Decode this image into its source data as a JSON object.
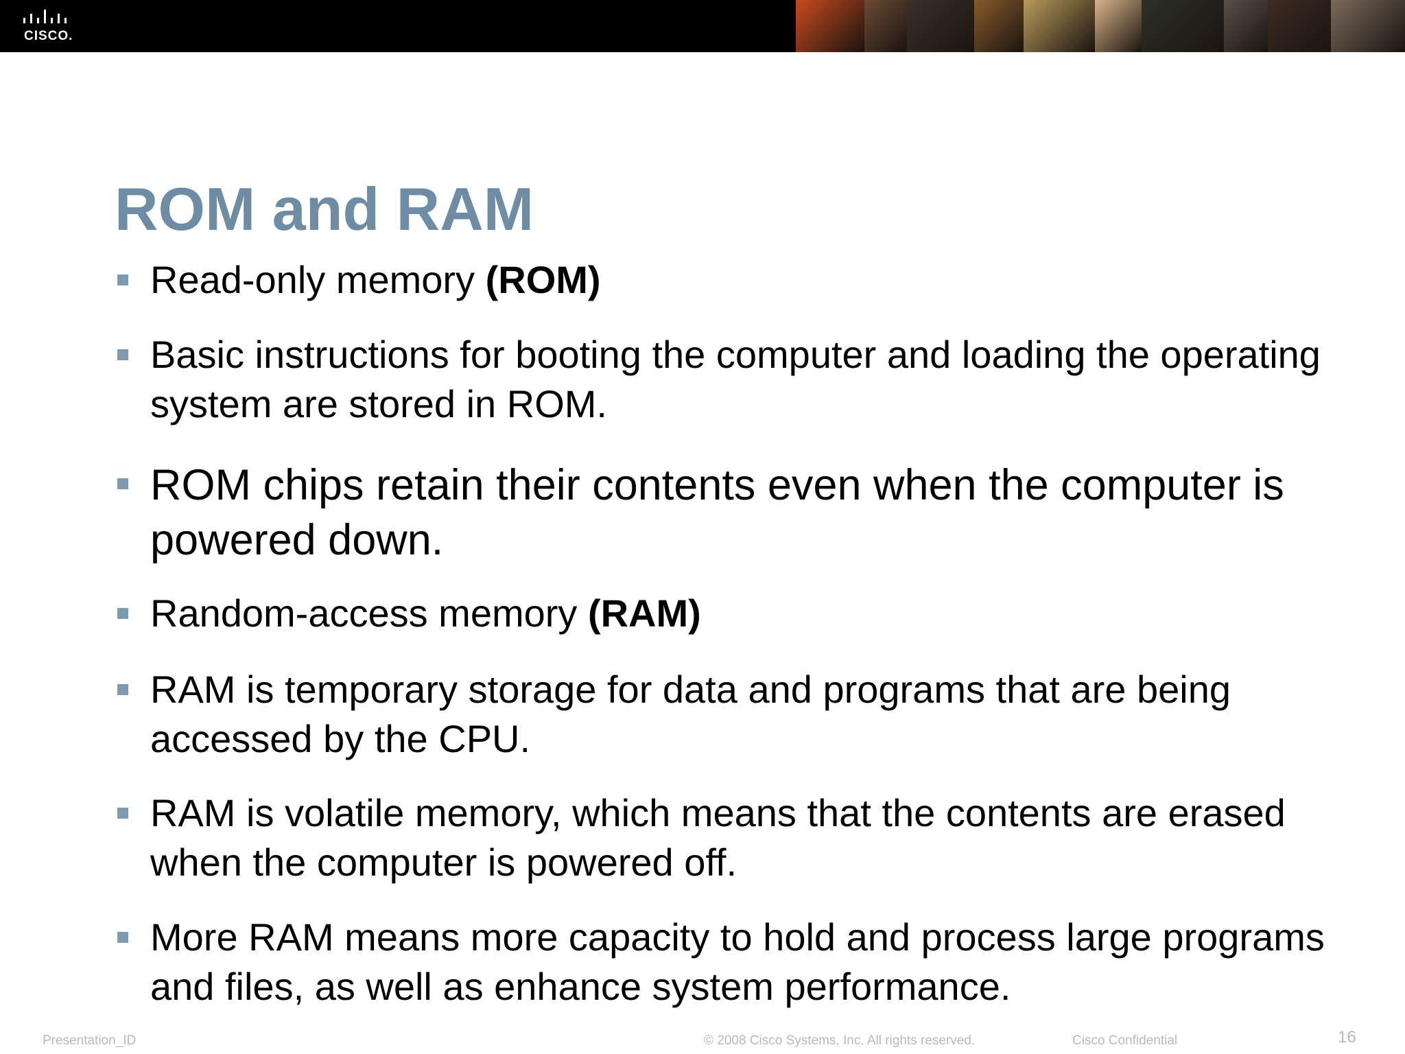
{
  "header": {
    "logo_text": "CISCO.",
    "photo_strip_colors": [
      "#c84a1e",
      "#6b4a34",
      "#3a3028",
      "#8a5a2c",
      "#b89a5a",
      "#d7b48a",
      "#2e2f2a",
      "#5b5048",
      "#3d2c22",
      "#7a6a5c"
    ]
  },
  "slide": {
    "title": "ROM and RAM",
    "bullets": [
      {
        "text": "Read-only memory ",
        "bold": "(ROM)"
      },
      {
        "text": "Basic instructions for booting the computer and loading the operating system are stored in ROM.",
        "bold": ""
      },
      {
        "text": "ROM chips retain their contents even when the computer is powered down.",
        "bold": ""
      },
      {
        "text": "Random-access memory ",
        "bold": "(RAM)"
      },
      {
        "text": "RAM is temporary storage for data and programs that are being accessed by the CPU.",
        "bold": ""
      },
      {
        "text": "RAM is volatile memory, which means that the contents are erased when the computer is powered off.",
        "bold": ""
      },
      {
        "text": "More RAM means more capacity to hold and process large programs and files, as well as enhance system performance.",
        "bold": ""
      }
    ]
  },
  "footer": {
    "presentation_id": "Presentation_ID",
    "copyright": "© 2008 Cisco Systems, Inc. All rights reserved.",
    "confidential": "Cisco Confidential",
    "page_number": "16"
  },
  "colors": {
    "title": "#6e8ca3",
    "bullet_marker": "#7d9ab0",
    "footer_text": "#b9b9b9",
    "header_bar": "#000000"
  }
}
